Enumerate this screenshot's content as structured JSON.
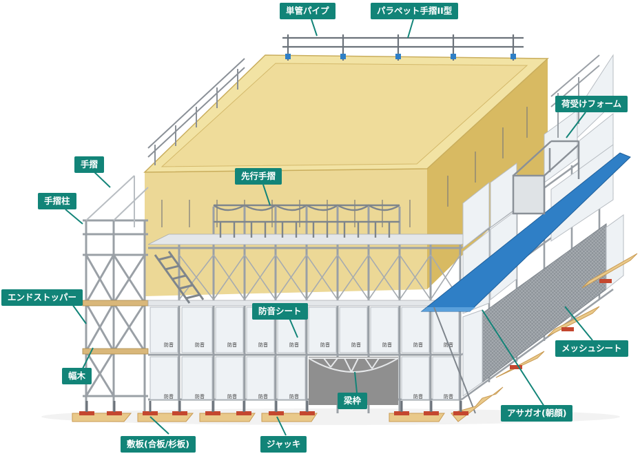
{
  "labels": {
    "single_pipe": "単管パイプ",
    "parapet_rail": "パラペット手摺II型",
    "loading_stage": "荷受けフォーム",
    "handrail": "手摺",
    "advance_handrail": "先行手摺",
    "handrail_post": "手摺柱",
    "end_stopper": "エンドストッパー",
    "soundproof_sheet": "防音シート",
    "mesh_sheet": "メッシュシート",
    "toe_board": "幅木",
    "beam_frame": "梁枠",
    "asagao": "アサガオ(朝顔)",
    "base_plate": "敷板(合板/杉板)",
    "jack": "ジャッキ"
  },
  "sheet_mark": "防音",
  "colors": {
    "label_bg": "#128478",
    "label_text": "#ffffff",
    "building_top": "#f2e3a4",
    "building_front": "#ecd896",
    "building_side": "#d9bb66",
    "pipe": "#b7bcc2",
    "pipe_dark": "#6b727a",
    "sheet": "#eef2f5",
    "mesh": "#9a9fa5",
    "asagao_blue": "#2f7fc6",
    "plank": "#e9c98a",
    "plank_red": "#c4472f"
  }
}
